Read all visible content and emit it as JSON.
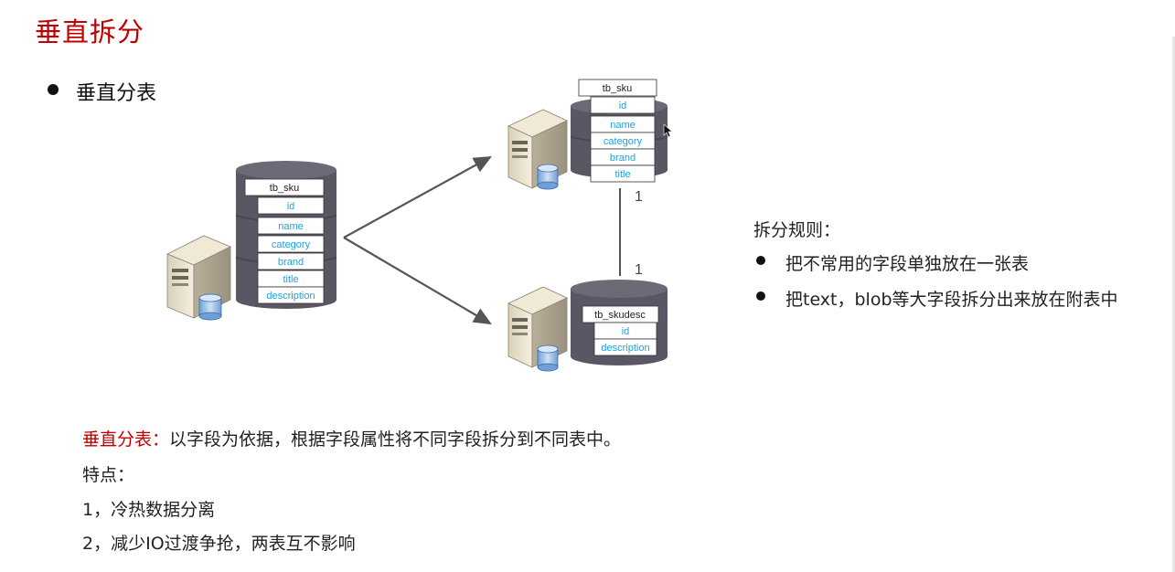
{
  "slide": {
    "title": "垂直拆分",
    "bullet": "垂直分表"
  },
  "diagram": {
    "source_table": {
      "name": "tb_sku",
      "fields": [
        "id",
        "name",
        "category",
        "brand",
        "title",
        "description"
      ]
    },
    "target_table_1": {
      "name": "tb_sku",
      "fields": [
        "id",
        "name",
        "category",
        "brand",
        "title"
      ]
    },
    "target_table_2": {
      "name": "tb_skudesc",
      "fields": [
        "id",
        "description"
      ]
    },
    "relation": {
      "label_top": "1",
      "label_bottom": "1"
    },
    "colors": {
      "field_text": "#1aa3e0",
      "cylinder": "#5b5663",
      "cylinder_band": "#6e6976",
      "arrow": "#555555"
    }
  },
  "rules": {
    "title": "拆分规则：",
    "items": [
      "把不常用的字段单独放在一张表",
      "把text，blob等大字段拆分出来放在附表中"
    ]
  },
  "description": {
    "definition_label": "垂直分表：",
    "definition_text": "以字段为依据，根据字段属性将不同字段拆分到不同表中。",
    "features_title": "特点：",
    "features": [
      "1，冷热数据分离",
      "2，减少IO过渡争抢，两表互不影响"
    ]
  }
}
